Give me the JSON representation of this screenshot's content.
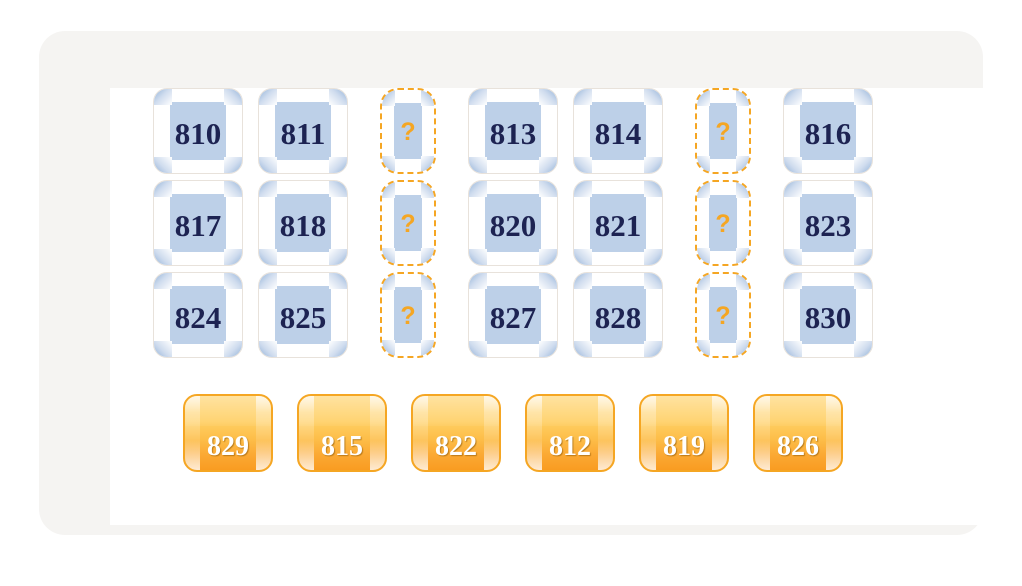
{
  "puzzle": {
    "sequence_start": 810,
    "sequence_end": 830,
    "missing_placeholder": "?",
    "colors": {
      "frame": "#f5f4f2",
      "panel": "#ffffff",
      "tile_border": "#e8e2db",
      "tile_inner": "#bdd0e8",
      "number_text": "#1d2352",
      "accent_orange": "#f5a623",
      "drag_tile_text": "#ffffff"
    },
    "grid": {
      "rows": [
        {
          "cells": [
            {
              "value": "810",
              "state": "filled"
            },
            {
              "value": "811",
              "state": "filled"
            },
            {
              "value": "?",
              "state": "empty"
            },
            {
              "value": "813",
              "state": "filled"
            },
            {
              "value": "814",
              "state": "filled"
            },
            {
              "value": "?",
              "state": "empty"
            },
            {
              "value": "816",
              "state": "filled"
            }
          ]
        },
        {
          "cells": [
            {
              "value": "817",
              "state": "filled"
            },
            {
              "value": "818",
              "state": "filled"
            },
            {
              "value": "?",
              "state": "empty"
            },
            {
              "value": "820",
              "state": "filled"
            },
            {
              "value": "821",
              "state": "filled"
            },
            {
              "value": "?",
              "state": "empty"
            },
            {
              "value": "823",
              "state": "filled"
            }
          ]
        },
        {
          "cells": [
            {
              "value": "824",
              "state": "filled"
            },
            {
              "value": "825",
              "state": "filled"
            },
            {
              "value": "?",
              "state": "empty"
            },
            {
              "value": "827",
              "state": "filled"
            },
            {
              "value": "828",
              "state": "filled"
            },
            {
              "value": "?",
              "state": "empty"
            },
            {
              "value": "830",
              "state": "filled"
            }
          ]
        }
      ]
    },
    "tray": {
      "tiles": [
        {
          "value": "829"
        },
        {
          "value": "815"
        },
        {
          "value": "822"
        },
        {
          "value": "812"
        },
        {
          "value": "819"
        },
        {
          "value": "826"
        }
      ]
    }
  }
}
